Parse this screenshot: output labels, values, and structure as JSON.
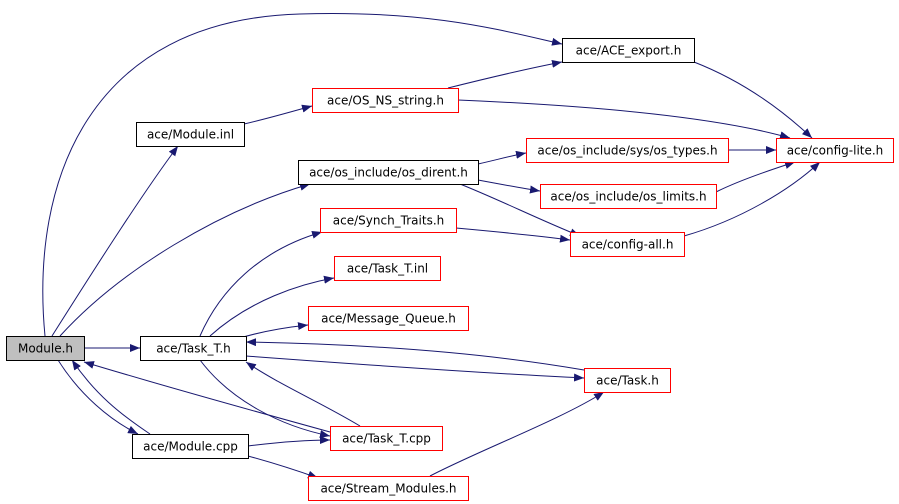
{
  "colors": {
    "edge": "#191970",
    "node_fill": "#ffffff",
    "node_border_default": "#000000",
    "node_border_external": "#ff0000",
    "root_fill": "#bfbfbf",
    "text": "#000000"
  },
  "nodes": [
    {
      "id": "module_h",
      "label": "Module.h",
      "kind": "root"
    },
    {
      "id": "ace_export",
      "label": "ace/ACE_export.h",
      "kind": "local"
    },
    {
      "id": "os_ns_string",
      "label": "ace/OS_NS_string.h",
      "kind": "external"
    },
    {
      "id": "module_inl",
      "label": "ace/Module.inl",
      "kind": "local"
    },
    {
      "id": "os_types",
      "label": "ace/os_include/sys/os_types.h",
      "kind": "external"
    },
    {
      "id": "config_lite",
      "label": "ace/config-lite.h",
      "kind": "external"
    },
    {
      "id": "os_dirent",
      "label": "ace/os_include/os_dirent.h",
      "kind": "local"
    },
    {
      "id": "os_limits",
      "label": "ace/os_include/os_limits.h",
      "kind": "external"
    },
    {
      "id": "synch_traits",
      "label": "ace/Synch_Traits.h",
      "kind": "external"
    },
    {
      "id": "config_all",
      "label": "ace/config-all.h",
      "kind": "external"
    },
    {
      "id": "task_t_inl",
      "label": "ace/Task_T.inl",
      "kind": "external"
    },
    {
      "id": "message_queue",
      "label": "ace/Message_Queue.h",
      "kind": "external"
    },
    {
      "id": "task_t_h",
      "label": "ace/Task_T.h",
      "kind": "local"
    },
    {
      "id": "task_h",
      "label": "ace/Task.h",
      "kind": "external"
    },
    {
      "id": "module_cpp",
      "label": "ace/Module.cpp",
      "kind": "local"
    },
    {
      "id": "task_t_cpp",
      "label": "ace/Task_T.cpp",
      "kind": "external"
    },
    {
      "id": "stream_modules",
      "label": "ace/Stream_Modules.h",
      "kind": "external"
    }
  ],
  "edges": [
    {
      "from": "module_h",
      "to": "ace_export"
    },
    {
      "from": "module_h",
      "to": "module_inl"
    },
    {
      "from": "module_h",
      "to": "os_dirent"
    },
    {
      "from": "module_h",
      "to": "task_t_h"
    },
    {
      "from": "module_h",
      "to": "module_cpp"
    },
    {
      "from": "module_inl",
      "to": "os_ns_string"
    },
    {
      "from": "os_ns_string",
      "to": "ace_export"
    },
    {
      "from": "os_ns_string",
      "to": "config_lite"
    },
    {
      "from": "ace_export",
      "to": "config_lite"
    },
    {
      "from": "os_dirent",
      "to": "os_types"
    },
    {
      "from": "os_dirent",
      "to": "os_limits"
    },
    {
      "from": "os_dirent",
      "to": "config_all"
    },
    {
      "from": "os_types",
      "to": "config_lite"
    },
    {
      "from": "os_limits",
      "to": "config_lite"
    },
    {
      "from": "config_all",
      "to": "config_lite"
    },
    {
      "from": "synch_traits",
      "to": "config_all"
    },
    {
      "from": "task_t_h",
      "to": "synch_traits"
    },
    {
      "from": "task_t_h",
      "to": "task_t_inl"
    },
    {
      "from": "task_t_h",
      "to": "message_queue"
    },
    {
      "from": "task_t_h",
      "to": "task_h"
    },
    {
      "from": "task_h",
      "to": "task_t_h"
    },
    {
      "from": "task_t_h",
      "to": "task_t_cpp"
    },
    {
      "from": "task_t_cpp",
      "to": "task_t_h"
    },
    {
      "from": "task_t_cpp",
      "to": "module_h"
    },
    {
      "from": "module_cpp",
      "to": "module_h"
    },
    {
      "from": "module_cpp",
      "to": "task_t_cpp"
    },
    {
      "from": "module_cpp",
      "to": "stream_modules"
    },
    {
      "from": "stream_modules",
      "to": "task_h"
    }
  ]
}
